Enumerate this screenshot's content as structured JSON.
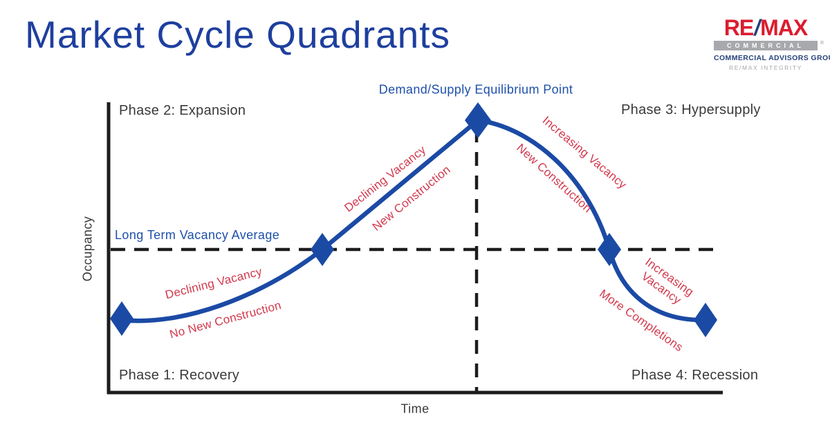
{
  "title": "Market Cycle Quadrants",
  "logo": {
    "wordmark": {
      "re": "RE",
      "slash": "/",
      "max": "MAX"
    },
    "division": "COMMERCIAL",
    "registered_mark": "®",
    "group_name": "COMMERCIAL ADVISORS GROUP",
    "office_name": "RE/MAX INTEGRITY",
    "colors": {
      "remax_red": "#dc1c2e",
      "slash_blue": "#24437c",
      "bar_gray": "#a7a9ac",
      "navy": "#27437c"
    }
  },
  "diagram": {
    "axes": {
      "y_label": "Occupancy",
      "x_label": "Time"
    },
    "reference_labels": {
      "equilibrium_point": "Demand/Supply Equilibrium Point",
      "long_term_vacancy_average": "Long Term Vacancy Average"
    },
    "phase_labels": {
      "phase1": "Phase 1: Recovery",
      "phase2": "Phase 2: Expansion",
      "phase3": "Phase 3: Hypersupply",
      "phase4": "Phase 4: Recession"
    },
    "annotations": {
      "phase1_upper": "Declining Vacancy",
      "phase1_lower": "No New Construction",
      "phase2_upper": "Declining Vacancy",
      "phase2_lower": "New Construction",
      "phase3_upper": "Increasing Vacancy",
      "phase3_lower": "New Construction",
      "phase4_upper": "Increasing Vacancy",
      "phase4_lower": "More Completions"
    },
    "colors": {
      "curve_blue": "#1b4aa5",
      "label_blue": "#1e50ab",
      "annotation_red": "#d2384c",
      "axis_black": "#1c1c1c",
      "phase_text": "#3a3a3a"
    }
  }
}
